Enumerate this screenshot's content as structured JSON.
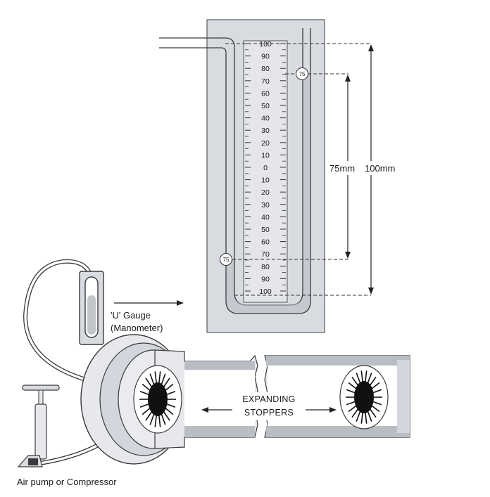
{
  "scale": {
    "upper_labels": [
      "100",
      "90",
      "80",
      "70",
      "60",
      "50",
      "40",
      "30",
      "20",
      "10"
    ],
    "zero_label": "0",
    "lower_labels": [
      "10",
      "20",
      "30",
      "40",
      "50",
      "60",
      "70",
      "80",
      "90",
      "100"
    ]
  },
  "markers": {
    "right_leg_value": "75",
    "left_leg_value": "75"
  },
  "dimensions": {
    "inner": "75mm",
    "outer": "100mm"
  },
  "labels": {
    "gauge_line1": "'U' Gauge",
    "gauge_line2": "(Manometer)",
    "stoppers_line1": "EXPANDING",
    "stoppers_line2": "STOPPERS",
    "pump": "Air pump or Compressor"
  },
  "colors": {
    "panel": "#d8dbe0",
    "outline": "#3a3a3a",
    "pipe_face": "#e6e8ec",
    "pipe_shadow": "#b9bdc4",
    "stopper_core": "#111111"
  }
}
